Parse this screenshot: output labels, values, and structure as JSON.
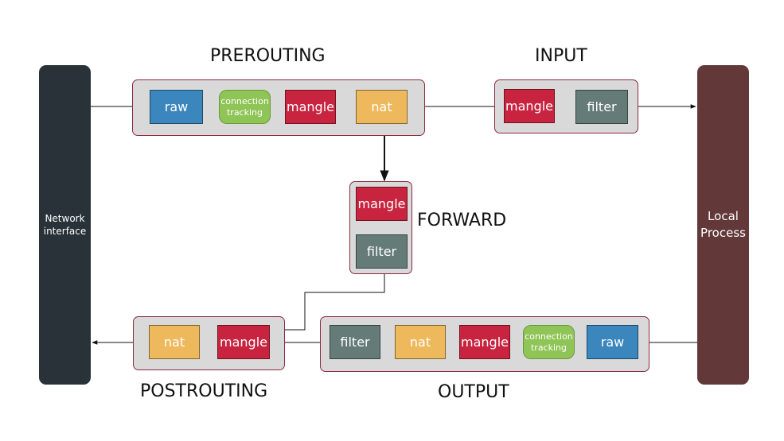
{
  "colors": {
    "raw": "#3a86bd",
    "connection_tracking": "#8fc456",
    "mangle": "#c8243f",
    "nat": "#eeb95c",
    "filter": "#657b78",
    "network_interface": "#283238",
    "local_process": "#623839",
    "group_fill": "#d9d9d9",
    "group_border": "#8b2a3a"
  },
  "side": {
    "network_interface": "Network interface",
    "local_process": "Local Process"
  },
  "chains": {
    "prerouting": {
      "label": "PREROUTING",
      "tables": {
        "raw": "raw",
        "connection_tracking": "connection tracking",
        "mangle": "mangle",
        "nat": "nat"
      }
    },
    "input": {
      "label": "INPUT",
      "tables": {
        "mangle": "mangle",
        "filter": "filter"
      }
    },
    "forward": {
      "label": "FORWARD",
      "tables": {
        "mangle": "mangle",
        "filter": "filter"
      }
    },
    "postrouting": {
      "label": "POSTROUTING",
      "tables": {
        "nat": "nat",
        "mangle": "mangle"
      }
    },
    "output": {
      "label": "OUTPUT",
      "tables": {
        "filter": "filter",
        "nat": "nat",
        "mangle": "mangle",
        "connection_tracking": "connection tracking",
        "raw": "raw"
      }
    }
  }
}
